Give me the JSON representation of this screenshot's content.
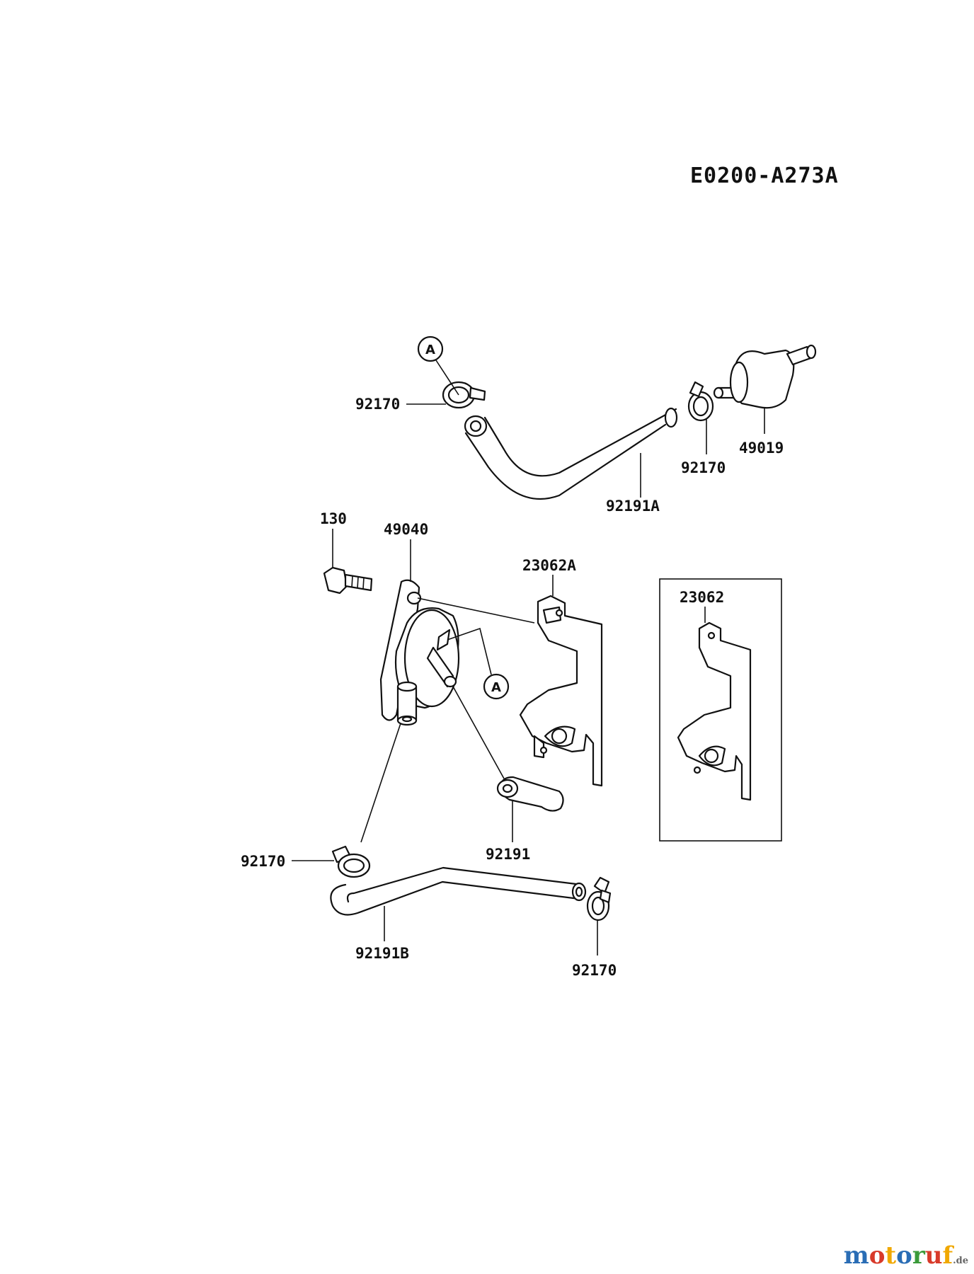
{
  "diagram_code": "E0200-A273A",
  "ref_marker": "A",
  "labels": {
    "clamp_top_left": "92170",
    "clamp_top_right": "92170",
    "fuel_filter": "49019",
    "hose_top": "92191A",
    "bolt": "130",
    "fuel_pump": "49040",
    "bracket_main": "23062A",
    "bracket_alt": "23062",
    "hose_short": "92191",
    "clamp_bottom_left": "92170",
    "hose_bottom": "92191B",
    "clamp_bottom_right": "92170"
  },
  "watermark": {
    "letters": [
      "m",
      "o",
      "t",
      "o",
      "r",
      "u",
      "f"
    ],
    "suffix": ".de"
  }
}
